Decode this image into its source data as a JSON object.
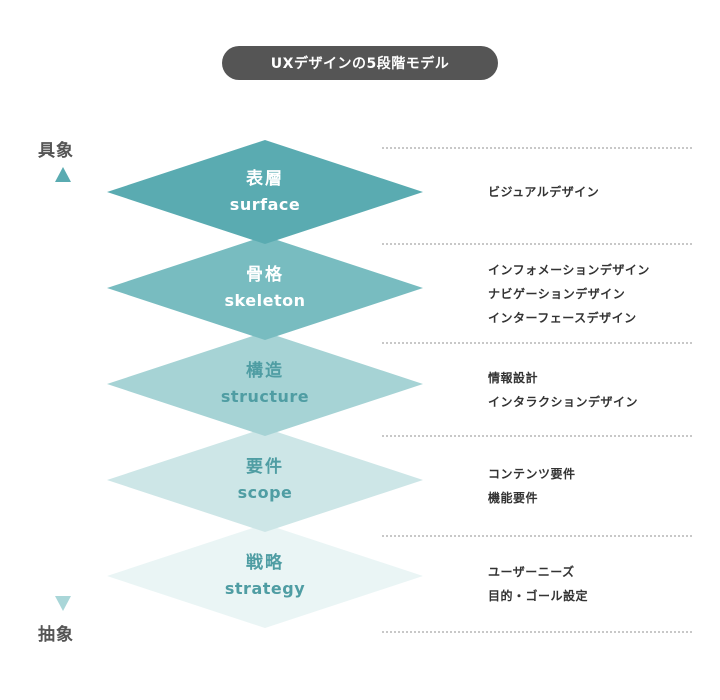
{
  "title": "UXデザインの5段階モデル",
  "axis": {
    "top": "具象",
    "bottom": "抽象"
  },
  "colors": {
    "pill": "#555555",
    "arrow": "#6cbdc2",
    "dotline": "#c8c8c8",
    "layer_fills": [
      "#5aabb1",
      "#78bcc0",
      "#a6d3d5",
      "#cde6e7",
      "#eaf5f5"
    ],
    "layer_text_light": "#ffffff",
    "layer_text_dark": "#4f9da3"
  },
  "layers": [
    {
      "jp": "表層",
      "en": "surface",
      "items": [
        "ビジュアルデザイン"
      ]
    },
    {
      "jp": "骨格",
      "en": "skeleton",
      "items": [
        "インフォメーションデザイン",
        "ナビゲーションデザイン",
        "インターフェースデザイン"
      ]
    },
    {
      "jp": "構造",
      "en": "structure",
      "items": [
        "情報設計",
        "インタラクションデザイン"
      ]
    },
    {
      "jp": "要件",
      "en": "scope",
      "items": [
        "コンテンツ要件",
        "機能要件"
      ]
    },
    {
      "jp": "戦略",
      "en": "strategy",
      "items": [
        "ユーザーニーズ",
        "目的・ゴール設定"
      ]
    }
  ]
}
